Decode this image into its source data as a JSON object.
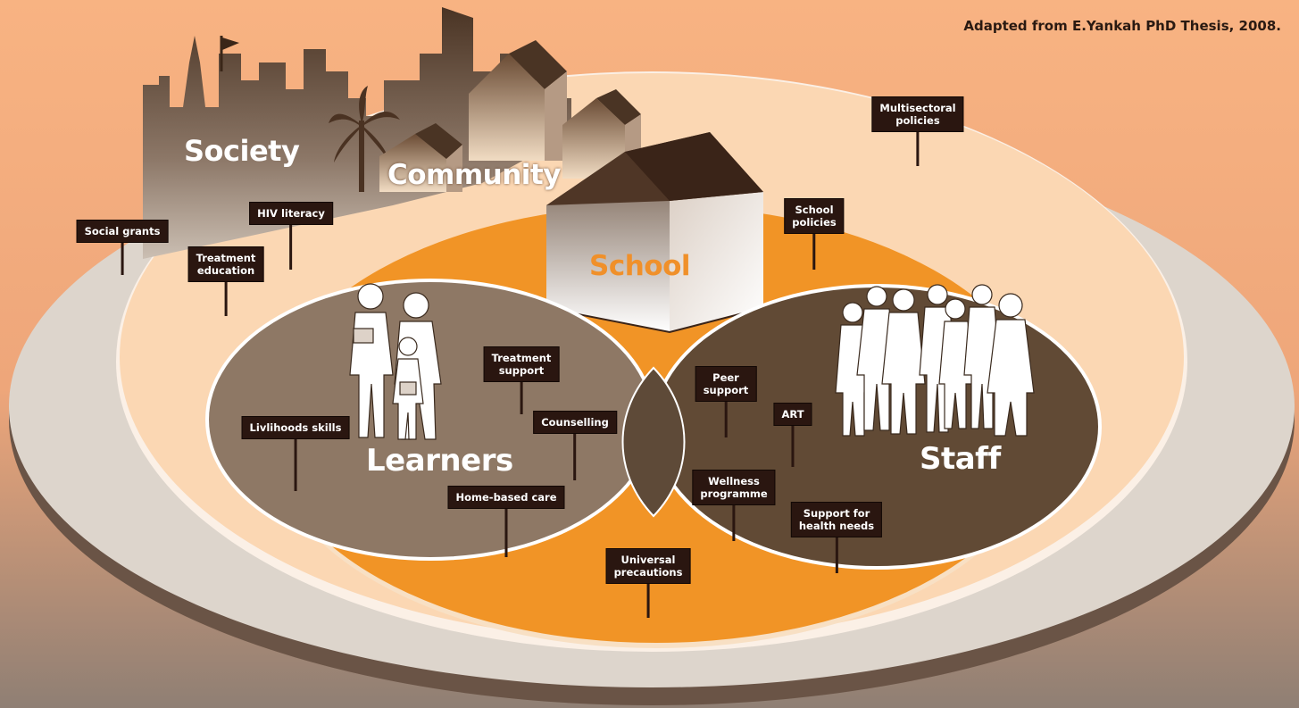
{
  "credit": "Adapted from E.Yankah PhD Thesis, 2008.",
  "zones": {
    "society": "Society",
    "community": "Community",
    "school": "School",
    "learners": "Learners",
    "staff": "Staff"
  },
  "signs": [
    {
      "id": "multisectoral-policies",
      "text": "Multisectoral\npolicies"
    },
    {
      "id": "social-grants",
      "text": "Social grants"
    },
    {
      "id": "hiv-literacy",
      "text": "HIV literacy"
    },
    {
      "id": "treatment-education",
      "text": "Treatment\neducation"
    },
    {
      "id": "school-policies",
      "text": "School\npolicies"
    },
    {
      "id": "treatment-support",
      "text": "Treatment\nsupport"
    },
    {
      "id": "counselling",
      "text": "Counselling"
    },
    {
      "id": "livelihoods-skills",
      "text": "Livlihoods skills"
    },
    {
      "id": "home-based-care",
      "text": "Home-based care"
    },
    {
      "id": "peer-support",
      "text": "Peer\nsupport"
    },
    {
      "id": "art",
      "text": "ART"
    },
    {
      "id": "wellness-programme",
      "text": "Wellness\nprogramme"
    },
    {
      "id": "support-health-needs",
      "text": "Support for\nhealth needs"
    },
    {
      "id": "universal-precautions",
      "text": "Universal\nprecautions"
    }
  ],
  "colors": {
    "background_top": "#f8b382",
    "background_bottom": "#8f7f74",
    "society_ring": "#ddd5cc",
    "community_ring": "#fbd7b3",
    "school_area": "#f19426",
    "learners_circle": "#8e7865",
    "staff_circle": "#614a35",
    "sign_board": "#2a1610",
    "label_white": "#ffffff",
    "label_school": "#f0902a"
  }
}
